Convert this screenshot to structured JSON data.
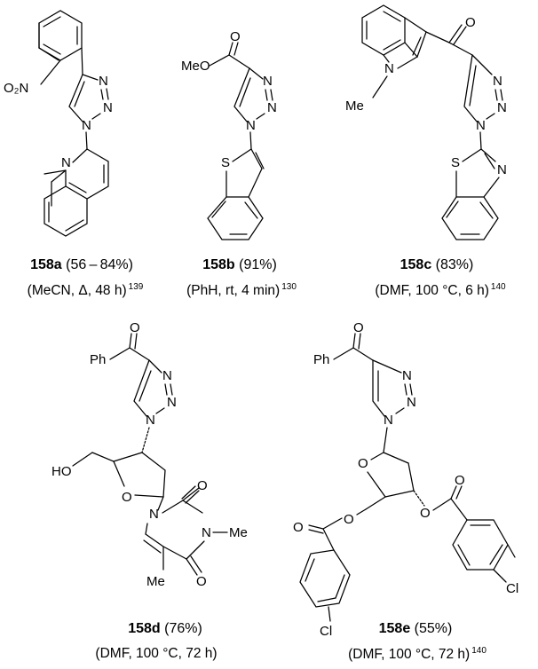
{
  "compounds": [
    {
      "id": "158a",
      "yield": "(56 – 84%)",
      "conditions": "(MeCN, Δ, 48 h)",
      "ref": "139"
    },
    {
      "id": "158b",
      "yield": "(91%)",
      "conditions": "(PhH, rt, 4 min)",
      "ref": "130"
    },
    {
      "id": "158c",
      "yield": "(83%)",
      "conditions": "(DMF, 100 °C, 6 h)",
      "ref": "140"
    },
    {
      "id": "158d",
      "yield": "(76%)",
      "conditions": "(DMF, 100 °C, 72 h)",
      "ref": ""
    },
    {
      "id": "158e",
      "yield": "(55%)",
      "conditions": "(DMF, 100 °C, 72 h)",
      "ref": "140"
    }
  ],
  "atoms": {
    "o2n": "O₂N",
    "n": "N",
    "o": "O",
    "s": "S",
    "me": "Me",
    "meo": "MeO",
    "ph": "Ph",
    "ho": "HO",
    "cl": "Cl"
  }
}
